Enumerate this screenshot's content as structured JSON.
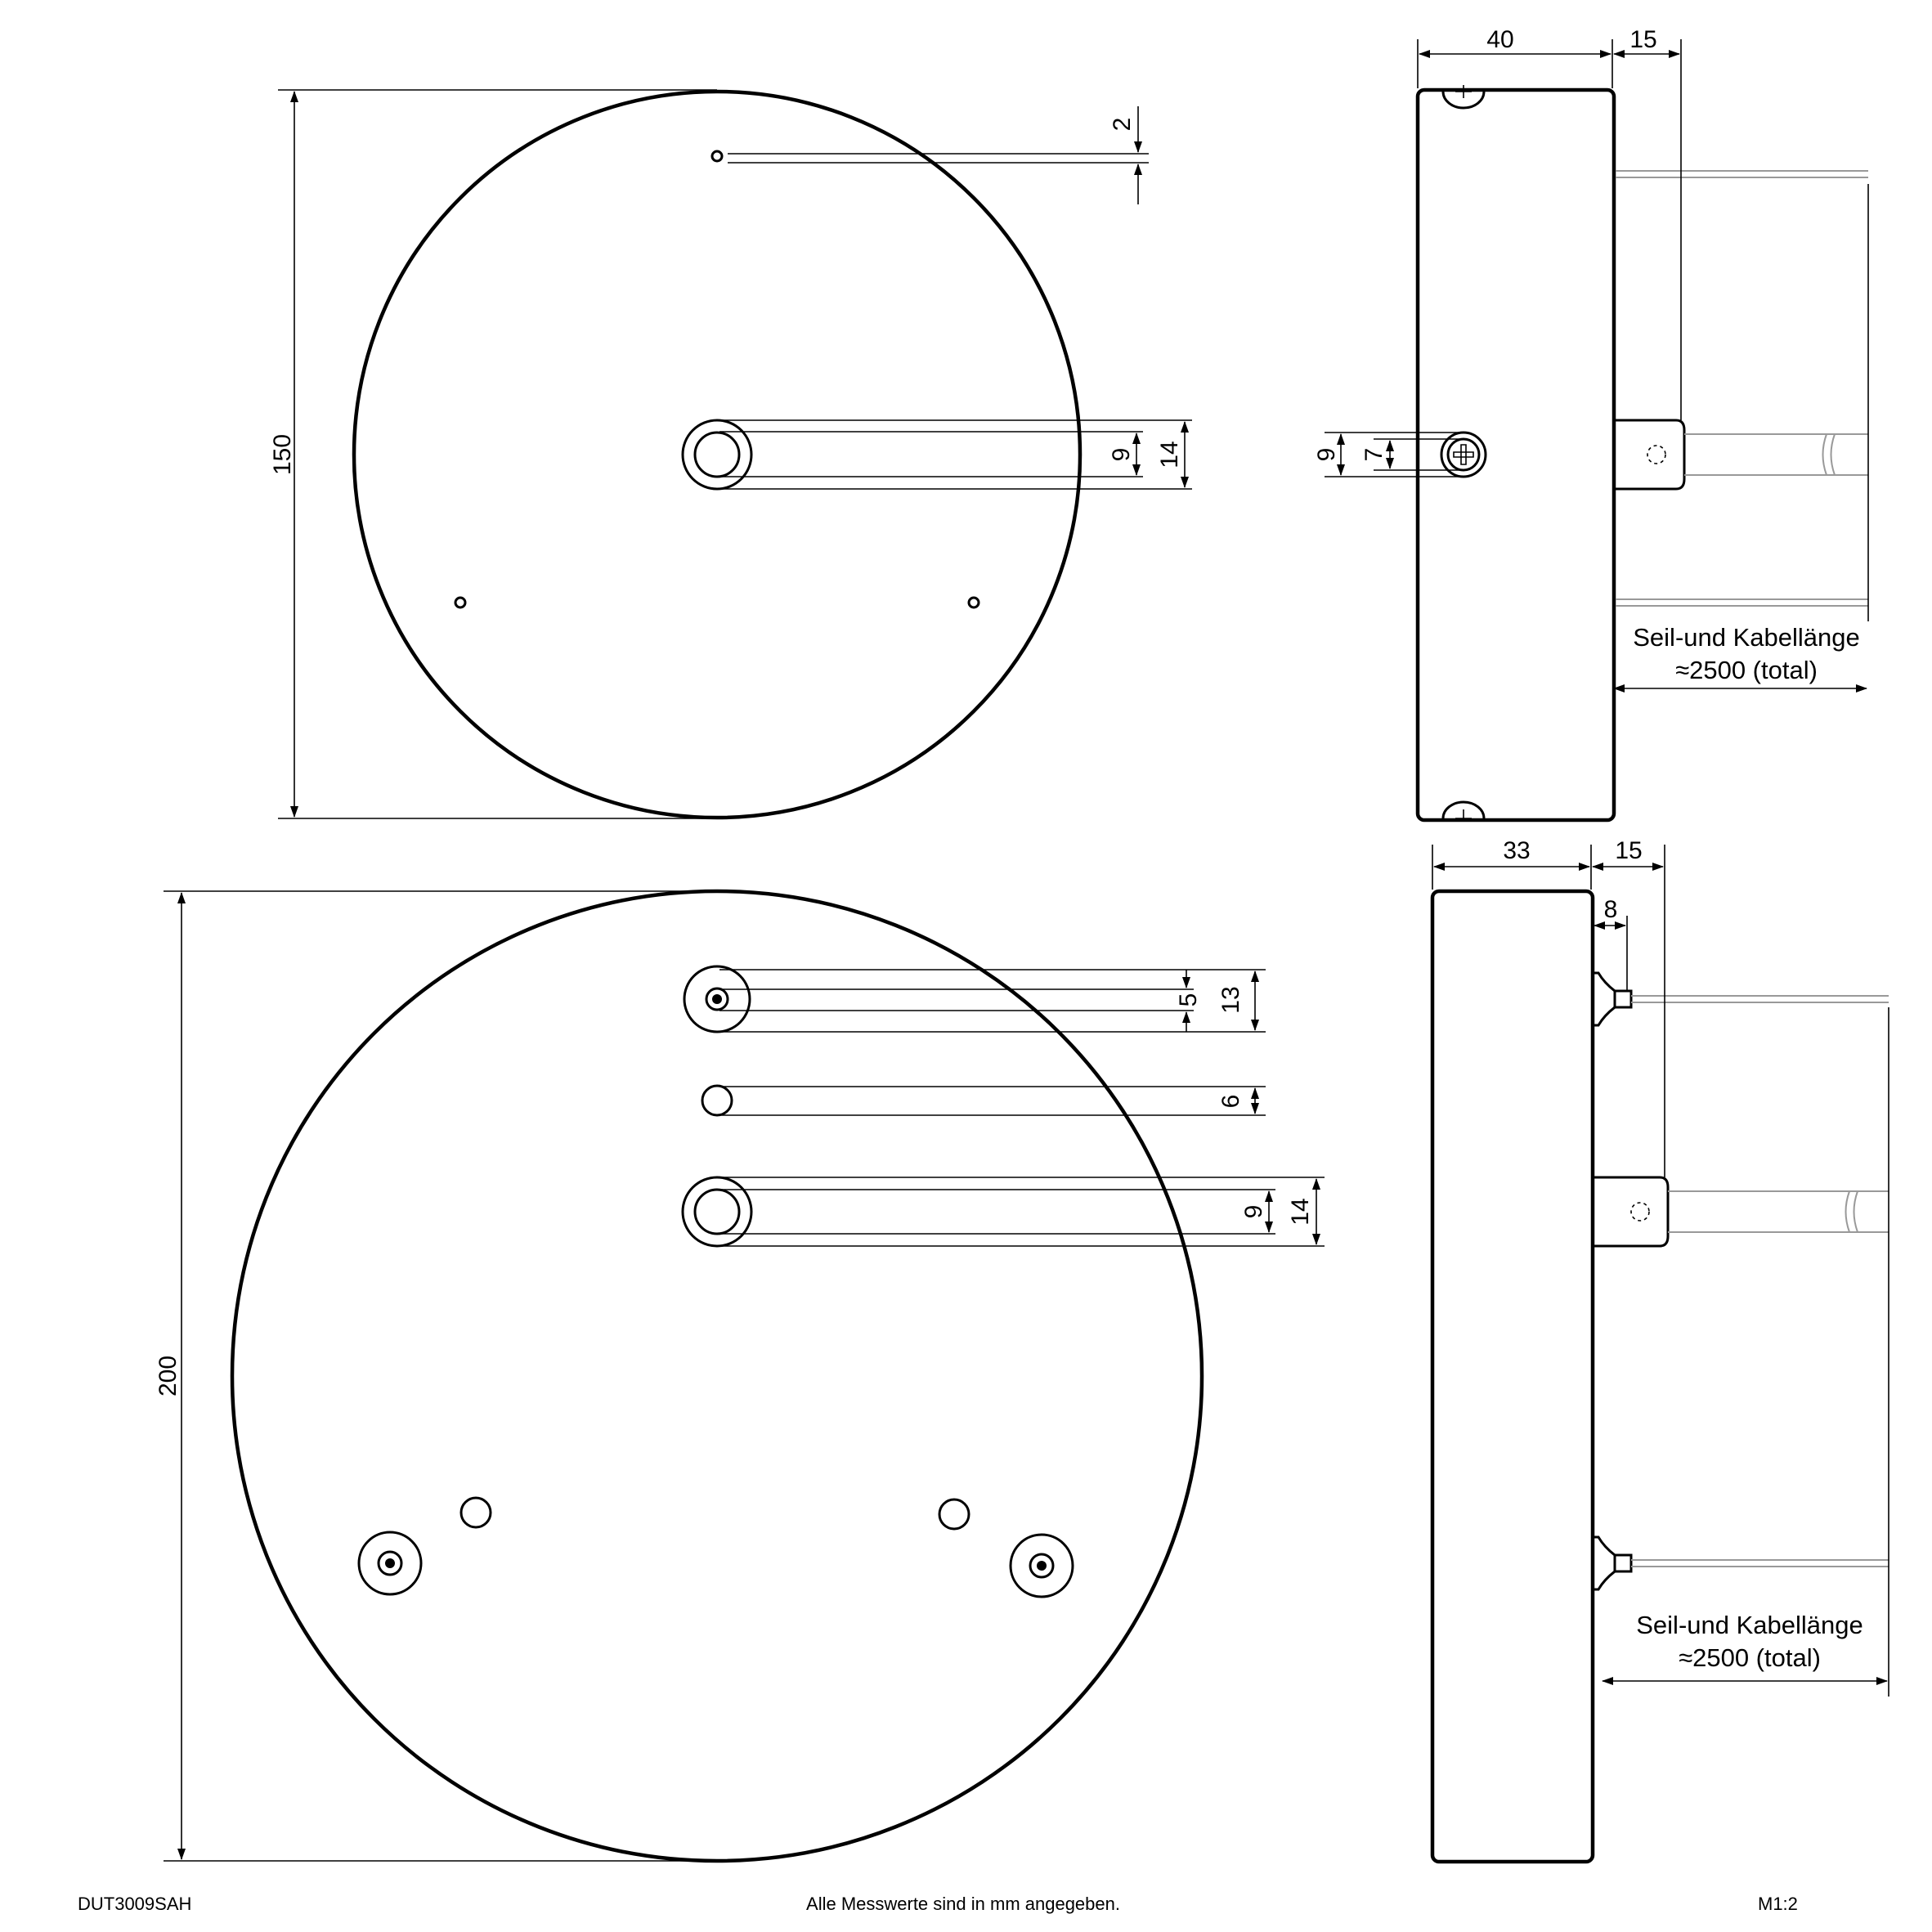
{
  "top_front": {
    "height_dim": "150",
    "hole_dim": "2",
    "center_inner_dim": "9",
    "center_outer_dim": "14"
  },
  "top_side": {
    "depth_dim": "40",
    "protrusion_dim": "15",
    "screw_outer_dim": "9",
    "screw_inner_dim": "7",
    "cable_note_line1": "Seil-und Kabellänge",
    "cable_note_line2": "≈2500 (total)"
  },
  "bottom_front": {
    "height_dim": "200",
    "upper_inner_dim": "5",
    "upper_outer_dim": "13",
    "small_hole_dim": "6",
    "center_inner_dim": "9",
    "center_outer_dim": "14"
  },
  "bottom_side": {
    "depth_dim": "33",
    "protrusion_dim": "15",
    "stud_dim": "8",
    "cable_note_line1": "Seil-und Kabellänge",
    "cable_note_line2": "≈2500 (total)"
  },
  "footer": {
    "article_number": "DUT3009SAH",
    "units_note": "Alle Messwerte sind in mm angegeben.",
    "scale": "M1:2"
  }
}
